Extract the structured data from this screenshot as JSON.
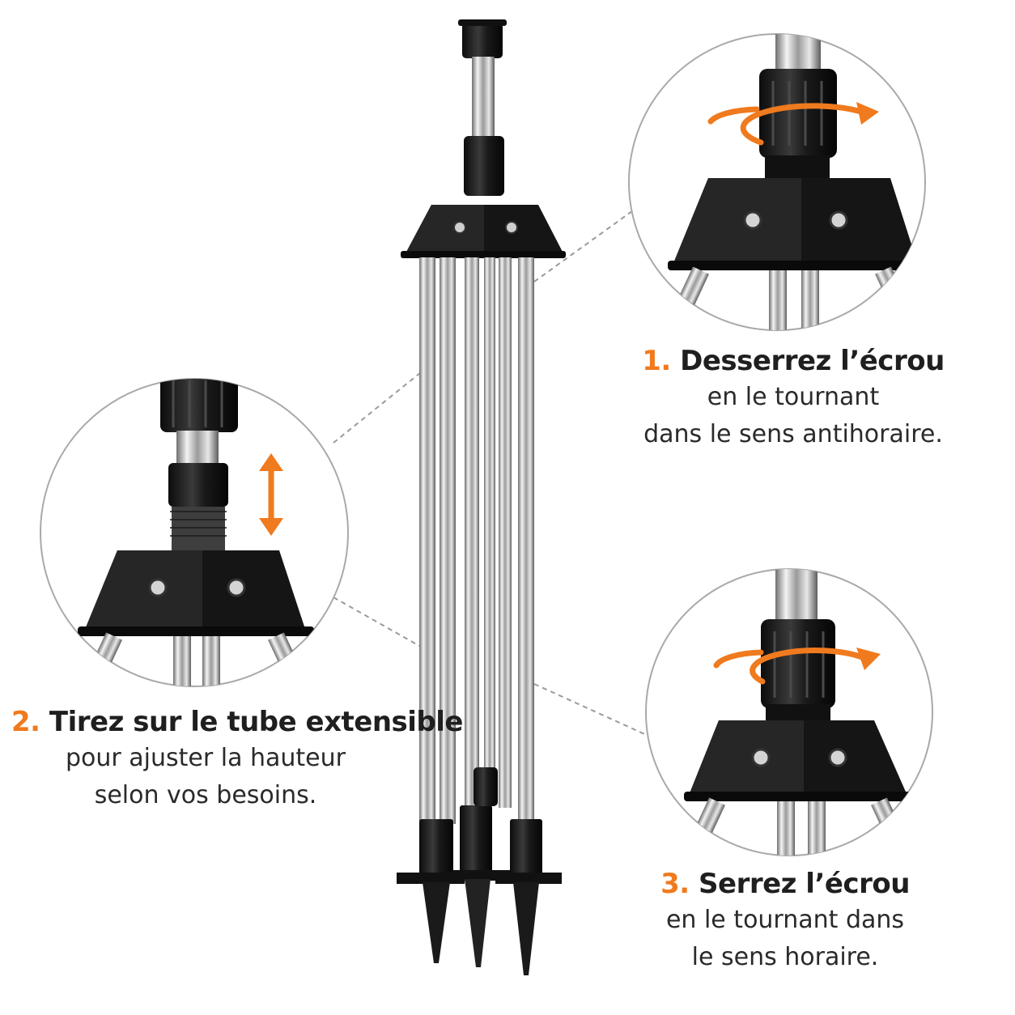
{
  "accent_color": "#f07a1e",
  "steps": [
    {
      "number": "1.",
      "title": "Desserrez l’écrou",
      "lines": [
        "en le tournant",
        "dans le sens antihoraire."
      ],
      "detail_icon": "counter-clockwise-rotation-icon"
    },
    {
      "number": "2.",
      "title": "Tirez sur le tube extensible",
      "lines": [
        "pour ajuster la hauteur",
        "selon vos besoins."
      ],
      "detail_icon": "up-down-arrow-icon"
    },
    {
      "number": "3.",
      "title": "Serrez l’écrou",
      "lines": [
        "en le tournant dans",
        "le sens horaire."
      ],
      "detail_icon": "clockwise-rotation-icon"
    }
  ]
}
